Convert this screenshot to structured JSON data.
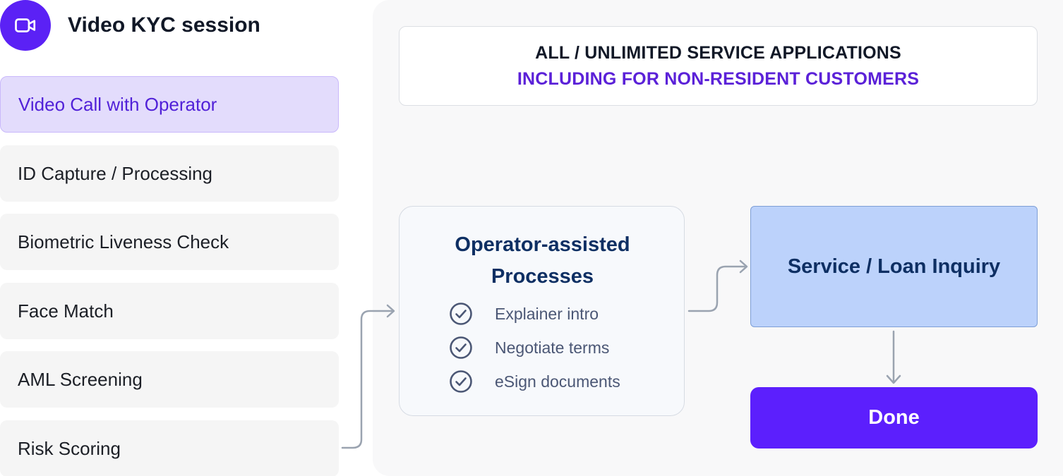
{
  "header": {
    "title": "Video KYC session",
    "icon": "video-camera-icon",
    "icon_color": "#5b21f5"
  },
  "steps": [
    {
      "label": "Video Call with Operator",
      "active": true
    },
    {
      "label": "ID Capture / Processing",
      "active": false
    },
    {
      "label": "Biometric Liveness Check",
      "active": false
    },
    {
      "label": "Face Match",
      "active": false
    },
    {
      "label": "AML Screening",
      "active": false
    },
    {
      "label": "Risk Scoring",
      "active": false
    }
  ],
  "banner": {
    "line1": "ALL / UNLIMITED SERVICE APPLICATIONS",
    "line2": "INCLUDING FOR NON-RESIDENT CUSTOMERS"
  },
  "process": {
    "title_line1": "Operator-assisted",
    "title_line2": "Processes",
    "items": [
      {
        "icon": "check-circle-icon",
        "label": "Explainer intro"
      },
      {
        "icon": "check-circle-icon",
        "label": "Negotiate terms"
      },
      {
        "icon": "check-circle-icon",
        "label": "eSign documents"
      }
    ]
  },
  "service": {
    "label": "Service / Loan Inquiry"
  },
  "done": {
    "label": "Done"
  },
  "colors": {
    "accent": "#5c1ffd",
    "active_step_bg": "#e3dcfc",
    "active_step_text": "#5121d8",
    "navy_text": "#0e2f63",
    "service_bg": "#bcd2fb",
    "connector": "#9aa3b0"
  }
}
